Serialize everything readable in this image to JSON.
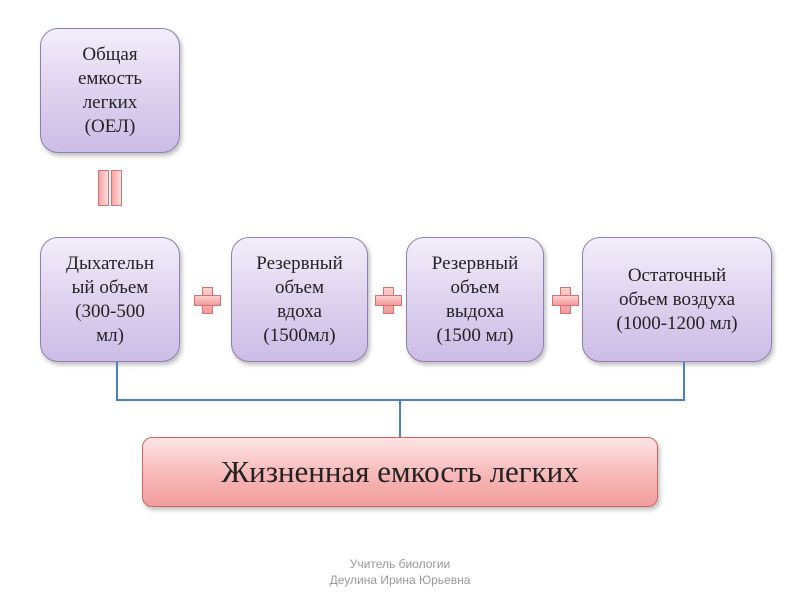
{
  "total": {
    "label": "Общая\nемкость\nлегких\n(ОЕЛ)"
  },
  "components": [
    {
      "label": "Дыхательн\nый объем\n(300-500\nмл)"
    },
    {
      "label": "Резервный\nобъем\nвдоха\n(1500мл)"
    },
    {
      "label": "Резервный\nобъем\nвыдоха\n(1500 мл)"
    },
    {
      "label": "Остаточный\nобъем воздуха\n(1000-1200 мл)"
    }
  ],
  "result": {
    "label": "Жизненная емкость легких"
  },
  "footer": {
    "text": "Учитель биологии\nДеулина Ирина Юрьевна"
  }
}
